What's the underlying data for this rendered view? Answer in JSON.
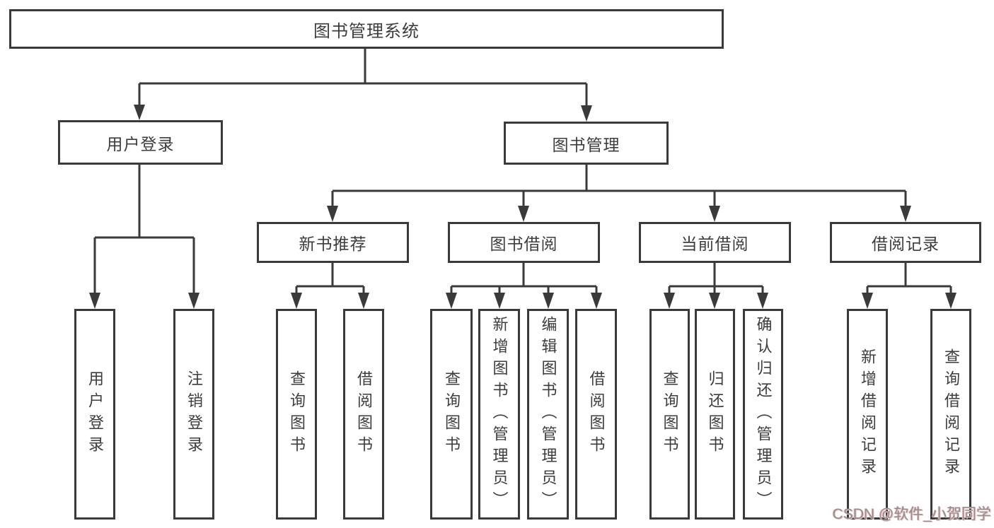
{
  "tree": {
    "label": "图书管理系统",
    "children": [
      {
        "label": "用户登录",
        "children": [
          {
            "label": "用户登录"
          },
          {
            "label": "注销登录"
          }
        ]
      },
      {
        "label": "图书管理",
        "children": [
          {
            "label": "新书推荐",
            "children": [
              {
                "label": "查询图书"
              },
              {
                "label": "借阅图书"
              }
            ]
          },
          {
            "label": "图书借阅",
            "children": [
              {
                "label": "查询图书"
              },
              {
                "label": "新增图书（管理员）"
              },
              {
                "label": "编辑图书（管理员）"
              },
              {
                "label": "借阅图书"
              }
            ]
          },
          {
            "label": "当前借阅",
            "children": [
              {
                "label": "查询图书"
              },
              {
                "label": "归还图书"
              },
              {
                "label": "确认归还（管理员）"
              }
            ]
          },
          {
            "label": "借阅记录",
            "children": [
              {
                "label": "新增借阅记录"
              },
              {
                "label": "查询借阅记录"
              }
            ]
          }
        ]
      }
    ]
  },
  "watermark": {
    "text": "CSDN @软件_小贺同学"
  },
  "colors": {
    "line": "#3a3a3a",
    "box_border": "#3a3a3a",
    "text": "#3d3d3d",
    "background": "#ffffff",
    "watermark_text": "#8f8f8f",
    "watermark_glow": "#f3c0c4"
  }
}
